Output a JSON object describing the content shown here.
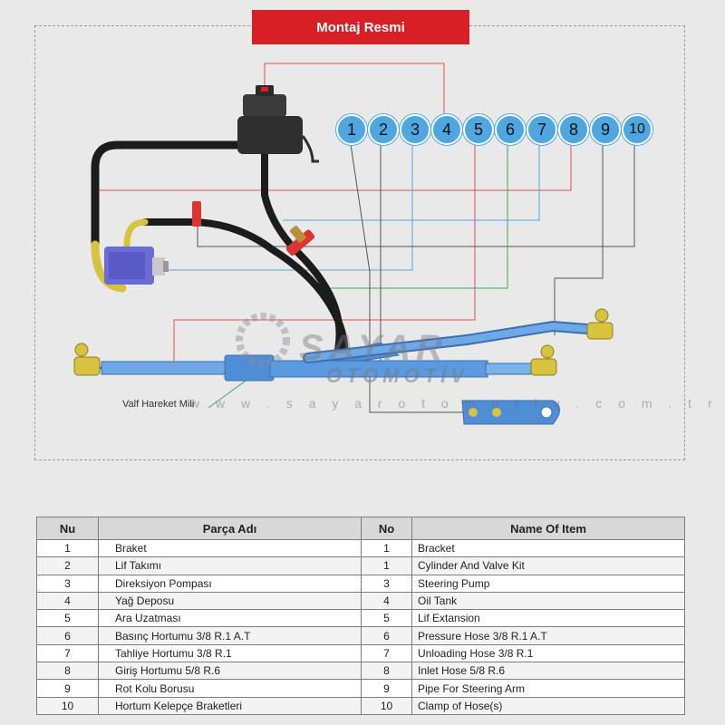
{
  "title": "Montaj Resmi",
  "callouts": [
    "1",
    "2",
    "3",
    "4",
    "5",
    "6",
    "7",
    "8",
    "9",
    "10"
  ],
  "valve_label": "Valf Hareket Mili",
  "watermark": {
    "brand": "SAYAR",
    "sub": "OTOMOTİV",
    "url": "w w w . s a y a r o t o m o t i v . c o m . t r"
  },
  "colors": {
    "title_red": "#d91f26",
    "callout_blue": "#4ea7e0",
    "cylinder_blue": "#4f8ed6",
    "hose_black": "#1c1c1c",
    "brass": "#d8c341"
  },
  "table": {
    "headers": [
      "Nu",
      "Parça Adı",
      "No",
      "Name Of Item"
    ],
    "rows": [
      [
        "1",
        "Braket",
        "1",
        "Bracket"
      ],
      [
        "2",
        "Lif Takımı",
        "1",
        "Cylinder And Valve Kit"
      ],
      [
        "3",
        "Direksiyon Pompası",
        "3",
        "Steering Pump"
      ],
      [
        "4",
        "Yağ Deposu",
        "4",
        "Oil Tank"
      ],
      [
        "5",
        "Ara Uzatması",
        "5",
        "Lif Extansion"
      ],
      [
        "6",
        "Basınç Hortumu 3/8 R.1 A.T",
        "6",
        "Pressure Hose 3/8 R.1 A.T"
      ],
      [
        "7",
        "Tahliye Hortumu 3/8 R.1",
        "7",
        "Unloading Hose 3/8 R.1"
      ],
      [
        "8",
        "Giriş Hortumu 5/8 R.6",
        "8",
        "Inlet Hose 5/8 R.6"
      ],
      [
        "9",
        "Rot Kolu Borusu",
        "9",
        "Pipe For Steering Arm"
      ],
      [
        "10",
        "Hortum Kelepçe Braketleri",
        "10",
        "Clamp of Hose(s)"
      ]
    ]
  }
}
